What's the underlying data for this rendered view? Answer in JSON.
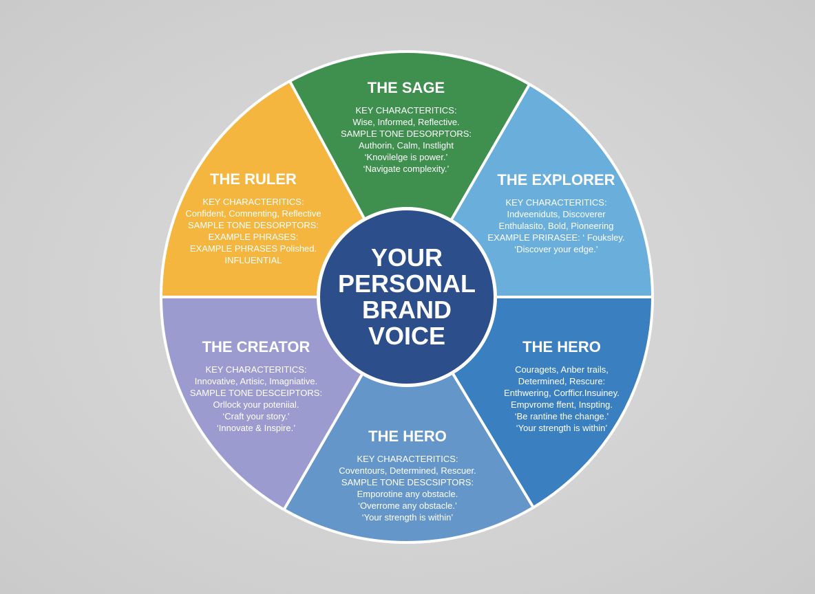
{
  "diagram": {
    "colors": {
      "background": "#d3d3d3",
      "divider": "#ffffff",
      "center_fill": "#2c4f8c",
      "center_ring": "#ffffff"
    },
    "center": {
      "lines": [
        "YOUR",
        "PERSONAL",
        "BRAND",
        "VOICE"
      ]
    },
    "segments": [
      {
        "id": "sage",
        "title": "THE SAGE",
        "color": "#3f8f4f",
        "lines": [
          "KEY CHARACTERITICS:",
          "Wise, Informed, Reflective.",
          "SAMPLE TONE DESORPTORS:",
          "Authorin, Calm, Instlight",
          "‘Knovilelge is power.’",
          "‘Navigate complexity.’"
        ]
      },
      {
        "id": "explorer",
        "title": "THE EXPLORER",
        "color": "#6aaedb",
        "lines": [
          "KEY CHARACTERITICS:",
          "Indveeniduts, Discoverer",
          "Enthulasito, Bold, Pioneering",
          "EXAMPLE PRIRASEE: ‘ Fouksley.",
          "‘Discover your edge.’"
        ]
      },
      {
        "id": "hero-right",
        "title": "THE HERO",
        "color": "#3a7fc0",
        "lines": [
          "Couragets, Anber trails,",
          "Determined, Rescure:",
          "Enthwering, Corfficr.Insuiney.",
          "Empvrome ffent, Inspting.",
          "‘Be rantine the change.’",
          "‘Your strength is within’"
        ]
      },
      {
        "id": "hero-bottom",
        "title": "THE HERO",
        "color": "#6596c9",
        "lines": [
          "KEY CHARACTERITICS:",
          "Coventours, Determined, Rescuer.",
          "SAMPLE TONE DESCSIPTORS:",
          "Emporotine any obstacle.",
          "‘Overrome any obstacle.’",
          "‘Your strength is within’"
        ]
      },
      {
        "id": "creator",
        "title": "THE CREATOR",
        "color": "#9b9bd0",
        "lines": [
          "KEY CHARACTERITICS:",
          "Innovative, Artisic, Imagniative.",
          "SAMPLE TONE DESCEIPTORS:",
          "Orllock your poteniial.",
          "‘Craft your story.’",
          "‘Innovate & Inspire.’"
        ]
      },
      {
        "id": "ruler",
        "title": "THE RULER",
        "color": "#f4b63e",
        "lines": [
          "KEY CHARACTERITICS:",
          "Confident, Comnenting, Reflective",
          "SAMPLE TONE DESORPTORS:",
          "EXAMPLE PHRASES:",
          "EXAMPLE PHRASES  Polished.",
          "INFLUENTIAL"
        ]
      }
    ]
  }
}
